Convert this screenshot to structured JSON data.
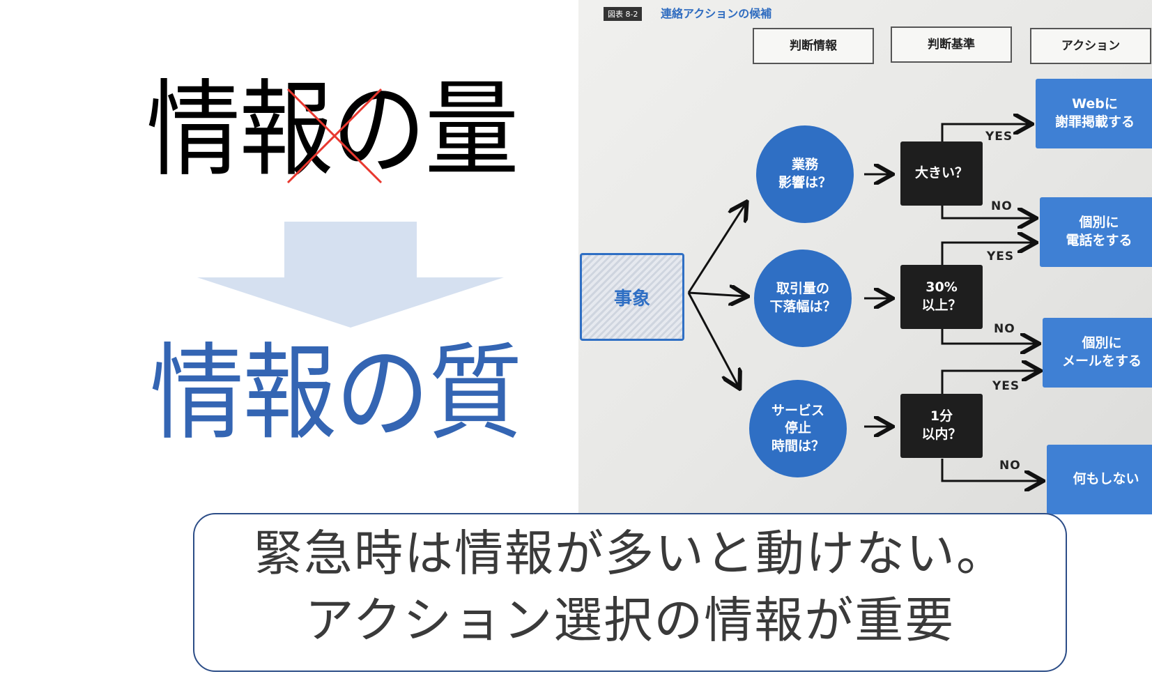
{
  "slide": {
    "quantity_heading": "情報の量",
    "quality_heading": "情報の質",
    "note_line_1": "緊急時は情報が多いと動けない。",
    "note_line_2": "アクション選択の情報が重要",
    "colors": {
      "quality_blue": "#3465b3",
      "cross_red": "#e8382f",
      "arrow_fill": "#d5e0f0",
      "note_border": "#2c4d87"
    }
  },
  "photo": {
    "figure_label": "図表 8-2",
    "figure_title": "連絡アクションの候補",
    "headers": [
      "判断情報",
      "判断基準",
      "アクション"
    ],
    "event": "事象",
    "questions": [
      "業務\n影響は？",
      "取引量の\n下落幅は？",
      "サービス\n停止\n時間は？"
    ],
    "criteria": [
      "大きい？",
      "30%\n以上？",
      "1分\n以内？"
    ],
    "actions": [
      "Webに\n謝罪掲載する",
      "個別に\n電話をする",
      "個別に\nメールをする",
      "何もしない"
    ],
    "yes_label": "YES",
    "no_label": "NO",
    "colors": {
      "circle_blue": "#2f6fc4",
      "action_blue": "#3f80d4",
      "decision_black": "#1e1e1e"
    }
  }
}
